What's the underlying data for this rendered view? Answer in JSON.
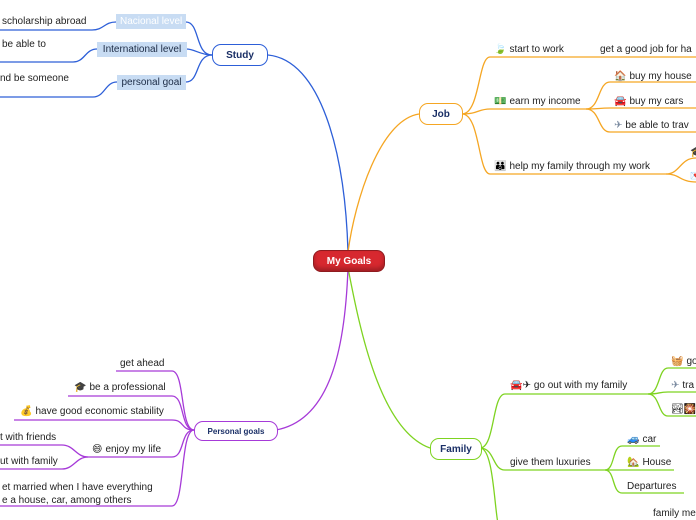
{
  "central": {
    "label": "My Goals"
  },
  "colors": {
    "study": "#2d5fd8",
    "job": "#f5a623",
    "family": "#7ed321",
    "personal": "#a63ad8",
    "central": "#d7282f"
  },
  "study": {
    "label": "Study",
    "items": [
      {
        "level": "Nacional level",
        "text": "scholarship abroad"
      },
      {
        "level": "International level",
        "text": "be able to"
      },
      {
        "level": "personal goal",
        "text": "nd be someone"
      }
    ]
  },
  "job": {
    "label": "Job",
    "start": {
      "label": "start to work",
      "icon": "leaf-icon",
      "child": "get a good job for ha"
    },
    "earn": {
      "label": "earn my income",
      "icon": "money-icon",
      "children": [
        {
          "label": "buy my house",
          "icon": "house-icon"
        },
        {
          "label": "buy my cars",
          "icon": "car-icon"
        },
        {
          "label": "be able to trav",
          "icon": "airplane-icon"
        }
      ]
    },
    "help": {
      "label": "help my family through my work",
      "icon": "family-icon"
    }
  },
  "family": {
    "label": "Family",
    "outing": {
      "label": "go out with my family",
      "icon": "car-plane-icon",
      "children": [
        {
          "label": "go",
          "icon": "picnic-icon"
        },
        {
          "label": "tra",
          "icon": "airplane-icon"
        }
      ]
    },
    "luxuries": {
      "label": "give them luxuries",
      "children": [
        {
          "label": "car",
          "icon": "vehicle-icon"
        },
        {
          "label": "House",
          "icon": "house-icon"
        },
        {
          "label": "Departures",
          "icon": ""
        }
      ]
    },
    "members": {
      "label": "family me"
    }
  },
  "personal": {
    "label": "Personal goals",
    "items": [
      {
        "label": "get ahead",
        "icon": ""
      },
      {
        "label": "be a professional",
        "icon": "graduate-icon"
      },
      {
        "label": "have good economic stability",
        "icon": "money-bag-icon"
      },
      {
        "label": "enjoy my life",
        "icon": "smile-icon",
        "children": [
          {
            "label": "t with friends"
          },
          {
            "label": "ut with family"
          }
        ]
      },
      {
        "label": "et married when I have everything",
        "label2": "e a house, car, among others",
        "icon": ""
      }
    ]
  }
}
